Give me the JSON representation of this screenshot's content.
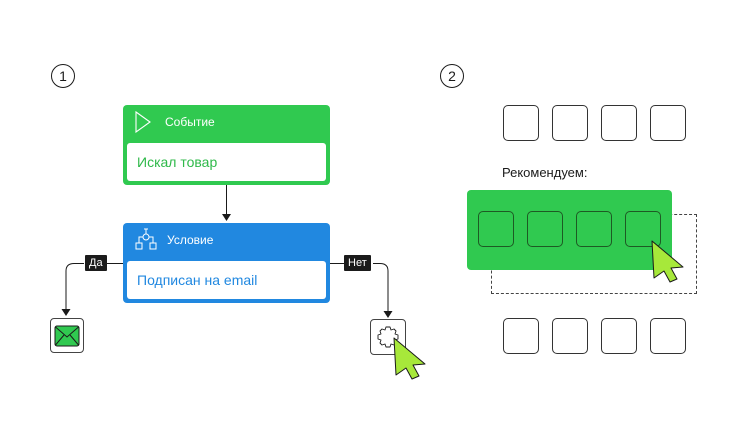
{
  "colors": {
    "green": "#30c950",
    "blue": "#2188e0",
    "cursor": "#a7e83a",
    "dark": "#1b1b1b"
  },
  "panel1": {
    "step": "1",
    "event_node": {
      "icon": "play-triangle-icon",
      "title": "Событие",
      "value": "Искал товар"
    },
    "condition_node": {
      "icon": "branch-tree-icon",
      "title": "Условие",
      "value": "Подписан на email"
    },
    "yes_label": "Да",
    "no_label": "Нет",
    "yes_target": {
      "icon": "envelope-icon"
    },
    "no_target": {
      "icon": "gear-icon"
    }
  },
  "panel2": {
    "step": "2",
    "recommend_label": "Рекомендуем:",
    "top_tiles": 4,
    "highlight_tiles": 4,
    "bottom_tiles": 4
  }
}
